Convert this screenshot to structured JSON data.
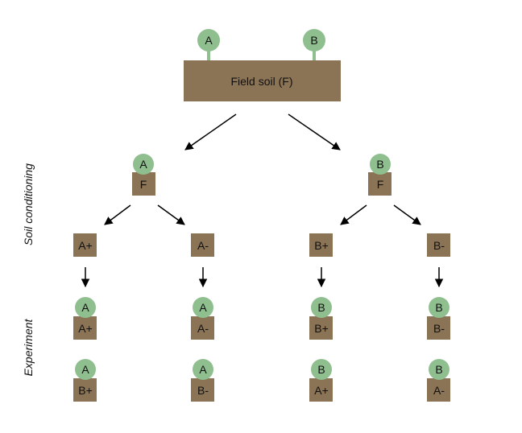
{
  "field": {
    "label": "Field soil (F)",
    "plants": [
      "A",
      "B"
    ]
  },
  "conditioning": [
    {
      "plant": "A",
      "soil": "F"
    },
    {
      "plant": "B",
      "soil": "F"
    }
  ],
  "conditioned_soils": [
    "A+",
    "A-",
    "B+",
    "B-"
  ],
  "experiment_row1": [
    {
      "plant": "A",
      "soil": "A+"
    },
    {
      "plant": "A",
      "soil": "A-"
    },
    {
      "plant": "B",
      "soil": "B+"
    },
    {
      "plant": "B",
      "soil": "B-"
    }
  ],
  "experiment_row2": [
    {
      "plant": "A",
      "soil": "B+"
    },
    {
      "plant": "A",
      "soil": "B-"
    },
    {
      "plant": "B",
      "soil": "A+"
    },
    {
      "plant": "B",
      "soil": "A-"
    }
  ],
  "side_labels": {
    "conditioning": "Soil conditioning",
    "experiment": "Experiment"
  },
  "colors": {
    "soil": "#8b7355",
    "plant": "#8fbf8f"
  }
}
